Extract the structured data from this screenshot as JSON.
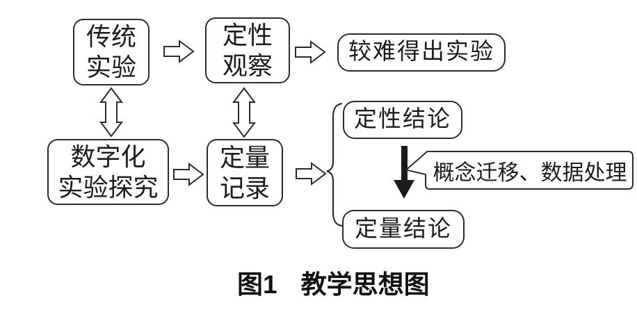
{
  "figure": {
    "nodes": {
      "traditional": {
        "line1": "传统",
        "line2": "实验"
      },
      "qualitative_observation": {
        "line1": "定性",
        "line2": "观察"
      },
      "hard_result": {
        "text": "较难得出实验"
      },
      "digital": {
        "line1": "数字化",
        "line2": "实验探究"
      },
      "quantitative_record": {
        "line1": "定量",
        "line2": "记录"
      },
      "qualitative_conclusion": {
        "text": "定性结论"
      },
      "quantitative_conclusion": {
        "text": "定量结论"
      },
      "process_callout": {
        "text": "概念迁移、数据处理"
      }
    },
    "caption": {
      "label": "图1",
      "title": "教学思想图"
    },
    "colors": {
      "stroke": "#2b2b2b",
      "text": "#1c1c1c",
      "background": "#ffffff",
      "solid_arrow": "#1a1a1a"
    }
  }
}
